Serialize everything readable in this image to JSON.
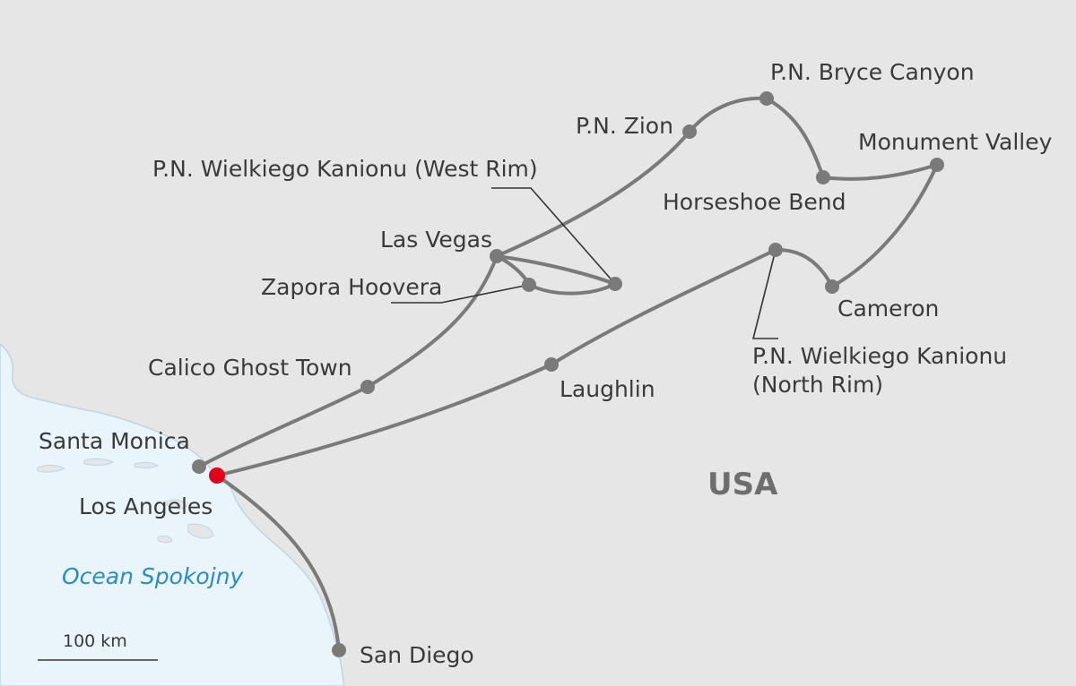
{
  "map": {
    "country": "USA",
    "ocean": "Ocean Spokojny",
    "scale": "100 km",
    "colors": {
      "land": "#e6e6e6",
      "water": "#eaf4fb",
      "coast": "#bcd6e6",
      "route": "#7a7a7a",
      "stop": "#7a7a7a",
      "start": "#e3001b",
      "ocean_label": "#2a8cc4"
    },
    "places": {
      "bryce": "P.N. Bryce Canyon",
      "zion": "P.N. Zion",
      "monument": "Monument Valley",
      "westrim": "P.N. Wielkiego Kanionu (West Rim)",
      "horseshoe": "Horseshoe Bend",
      "lasvegas": "Las Vegas",
      "hoover": "Zapora Hoovera",
      "cameron": "Cameron",
      "northrim_1": "P.N. Wielkiego Kanionu",
      "northrim_2": "(North Rim)",
      "calico": "Calico Ghost Town",
      "laughlin": "Laughlin",
      "santamonica": "Santa Monica",
      "losangeles": "Los Angeles",
      "sandiego": "San Diego"
    }
  }
}
